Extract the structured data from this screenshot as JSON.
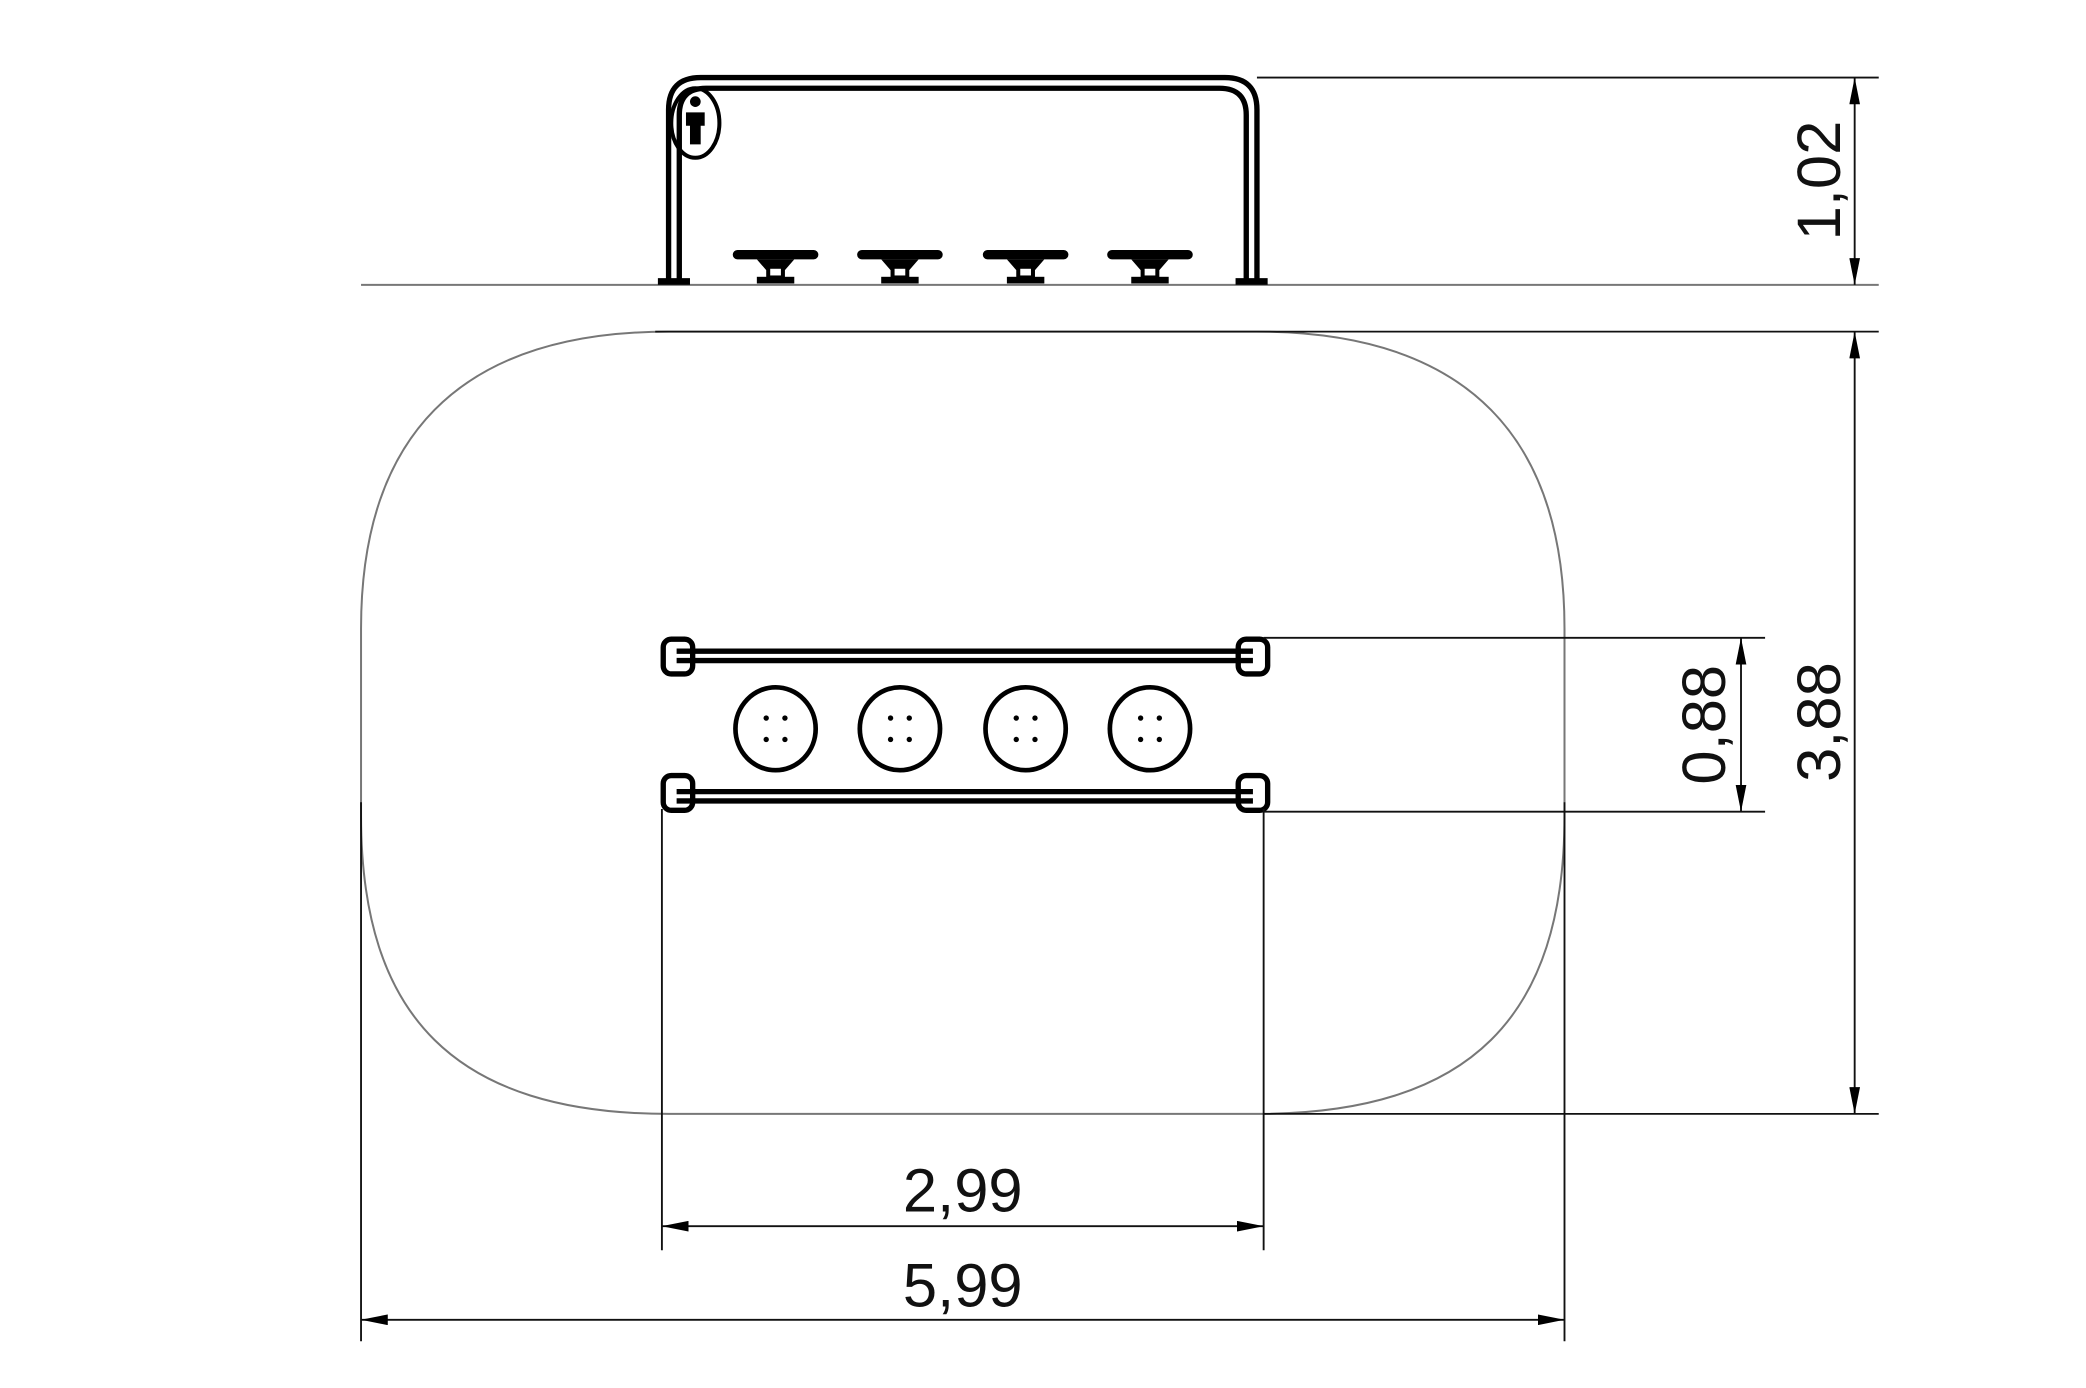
{
  "drawing": {
    "side_view": {
      "height_label": "1,02",
      "seat_count": 4
    },
    "plan_view": {
      "area_depth_label": "3,88",
      "rail_spacing_label": "0,88",
      "equipment_length_label": "2,99",
      "area_width_label": "5,99",
      "seat_count": 4
    }
  }
}
